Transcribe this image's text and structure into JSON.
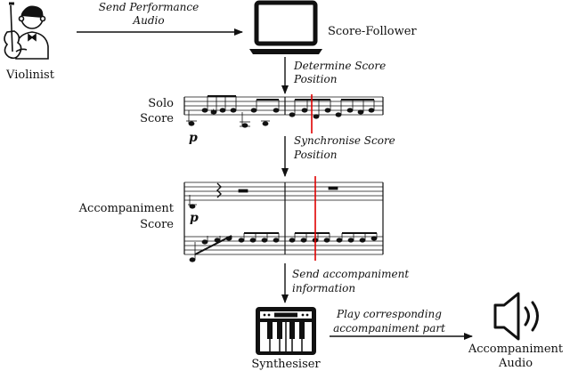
{
  "nodes": {
    "violinist": "Violinist",
    "score_follower": "Score-Follower",
    "solo_score": {
      "line1": "Solo",
      "line2": "Score"
    },
    "accompaniment_score": {
      "line1": "Accompaniment",
      "line2": "Score"
    },
    "synthesiser": "Synthesiser",
    "accompaniment_audio": {
      "line1": "Accompaniment",
      "line2": "Audio"
    }
  },
  "edges": {
    "send_audio": {
      "line1": "Send Performance",
      "line2": "Audio"
    },
    "determine_position": {
      "line1": "Determine Score",
      "line2": "Position"
    },
    "synchronise_position": {
      "line1": "Synchronise Score",
      "line2": "Position"
    },
    "send_accompaniment": {
      "line1": "Send accompaniment",
      "line2": "information"
    },
    "play_part": {
      "line1": "Play corresponding",
      "line2": "accompaniment part"
    }
  },
  "score": {
    "dynamic_solo": "p",
    "dynamic_accompaniment": "p"
  },
  "colors": {
    "position_marker": "#e00000",
    "ink": "#111111"
  },
  "icons": [
    "violinist-icon",
    "laptop-icon",
    "keyboard-synth-icon",
    "speaker-icon"
  ]
}
